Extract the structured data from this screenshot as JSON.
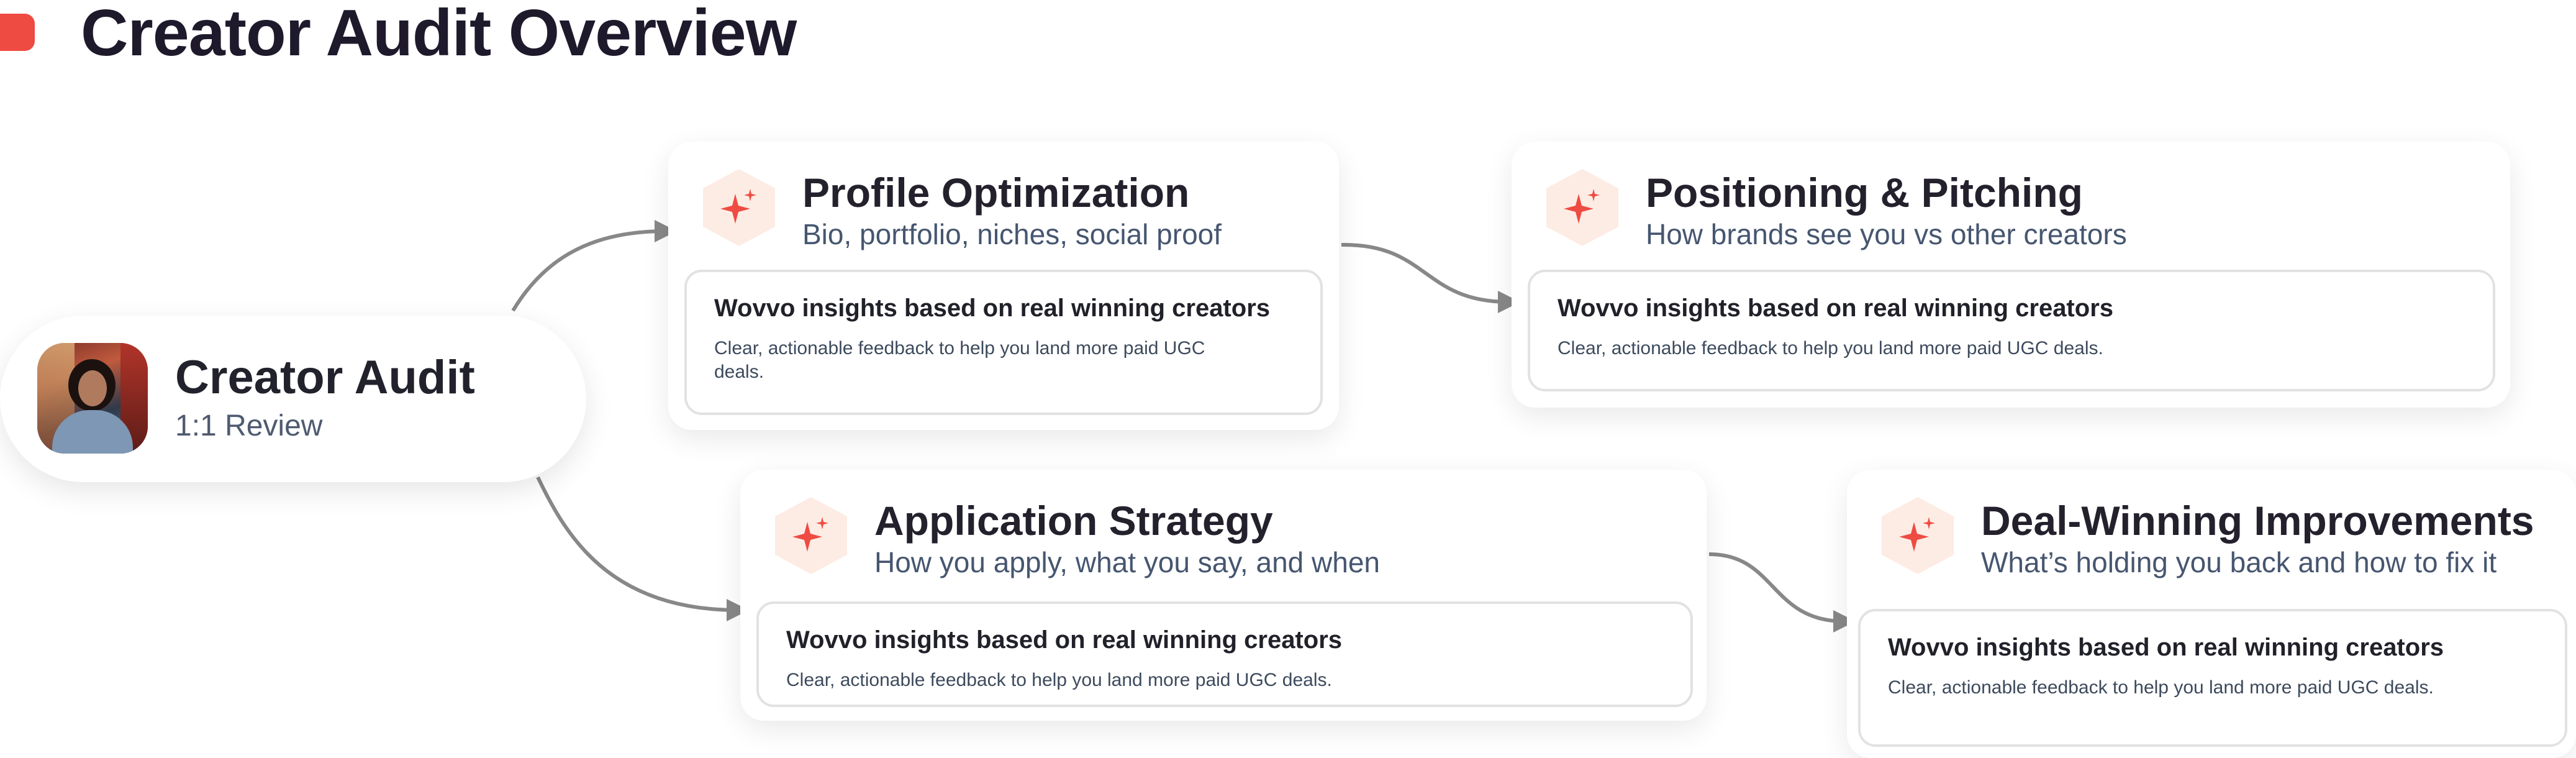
{
  "page": {
    "title": "Creator Audit Overview"
  },
  "colors": {
    "accent": "#ee4b43",
    "icon_bg": "#fdece4",
    "icon": "#ee4b43",
    "connector": "#888888"
  },
  "center": {
    "title": "Creator Audit",
    "subtitle": "1:1 Review"
  },
  "cards": {
    "profile": {
      "title": "Profile Optimization",
      "subtitle": "Bio, portfolio, niches, social proof",
      "insight_title": "Wovvo insights based on real winning creators",
      "insight_body": "Clear, actionable feedback to help you land more paid UGC deals."
    },
    "positioning": {
      "title": "Positioning & Pitching",
      "subtitle": "How brands see you vs other creators",
      "insight_title": "Wovvo insights based on real winning creators",
      "insight_body": "Clear, actionable feedback to help you land more paid UGC deals."
    },
    "application": {
      "title": "Application Strategy",
      "subtitle": "How you apply, what you say, and when",
      "insight_title": "Wovvo insights based on real winning creators",
      "insight_body": "Clear, actionable feedback to help you land more paid UGC deals."
    },
    "deal": {
      "title": "Deal-Winning Improvements",
      "subtitle": "What’s holding you back and how to fix it",
      "insight_title": "Wovvo insights based on real winning creators",
      "insight_body": "Clear, actionable feedback to help you land more paid UGC deals."
    }
  },
  "icons": {
    "card_icon": "sparkle-icon"
  }
}
